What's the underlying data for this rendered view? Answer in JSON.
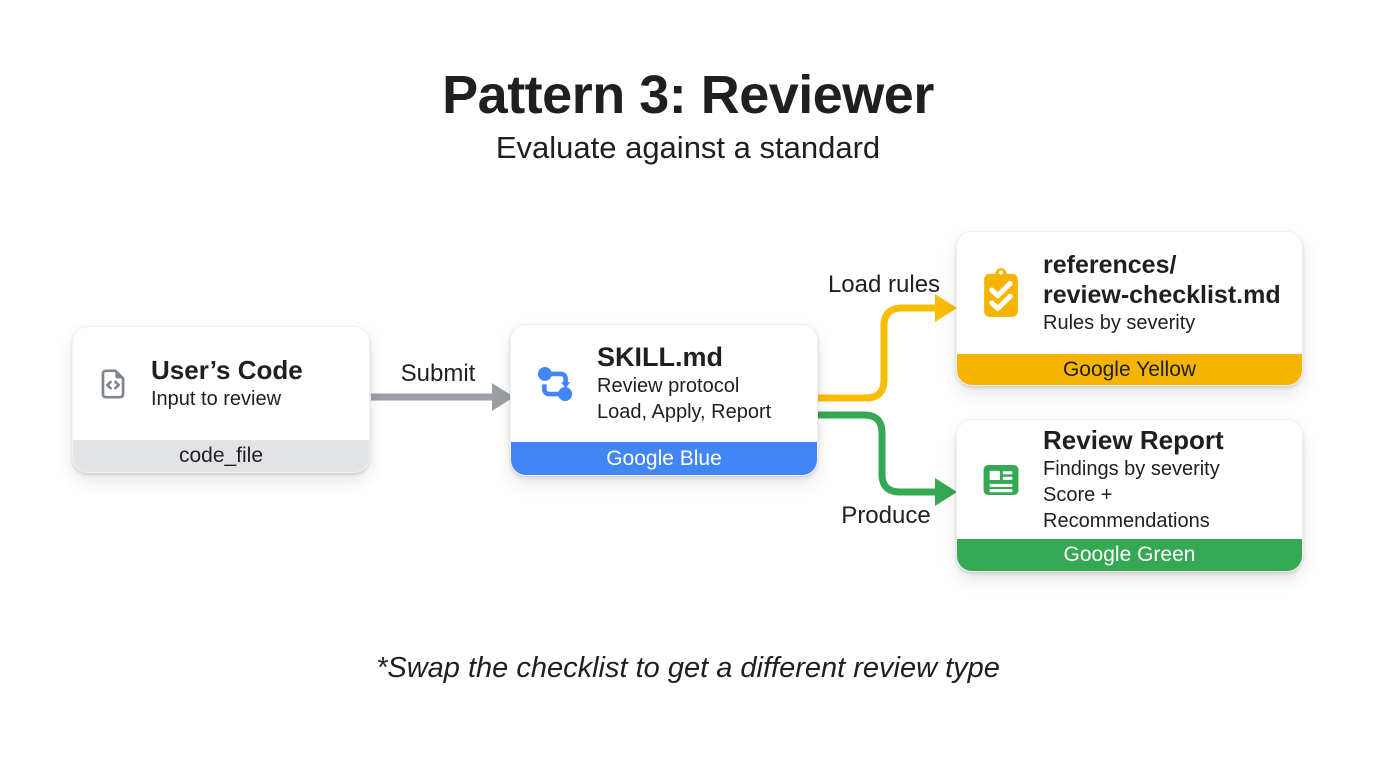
{
  "slide": {
    "title": "Pattern 3: Reviewer",
    "subtitle": "Evaluate against a standard",
    "footnote": "*Swap the checklist to get a different review type"
  },
  "colors": {
    "google_blue": "#4285F4",
    "google_yellow_band": "#F4B400",
    "google_yellow_arrow": "#FBBC04",
    "google_green": "#34A853",
    "gray_arrow": "#9AA0A6",
    "gray_band": "#E1E3E7",
    "gray_icon": "#80868B",
    "text": "#1F1F1F"
  },
  "nodes": {
    "users_code": {
      "icon": "code-file-icon",
      "title": "User’s Code",
      "line1": "Input to review",
      "badge": "code_file"
    },
    "skill": {
      "icon": "workflow-icon",
      "title": "SKILL.md",
      "lines": [
        "Review protocol",
        "Load, Apply, Report"
      ],
      "badge": "Google Blue"
    },
    "checklist": {
      "icon": "checklist-clipboard-icon",
      "title_line1": "references/",
      "title_line2": "review-checklist.md",
      "line1": "Rules by severity",
      "badge": "Google Yellow"
    },
    "report": {
      "icon": "report-document-icon",
      "title": "Review Report",
      "lines": [
        "Findings by severity",
        "Score + Recommendations"
      ],
      "badge": "Google Green"
    }
  },
  "edges": {
    "submit": {
      "label": "Submit"
    },
    "load_rules": {
      "label": "Load rules"
    },
    "produce": {
      "label": "Produce"
    }
  }
}
